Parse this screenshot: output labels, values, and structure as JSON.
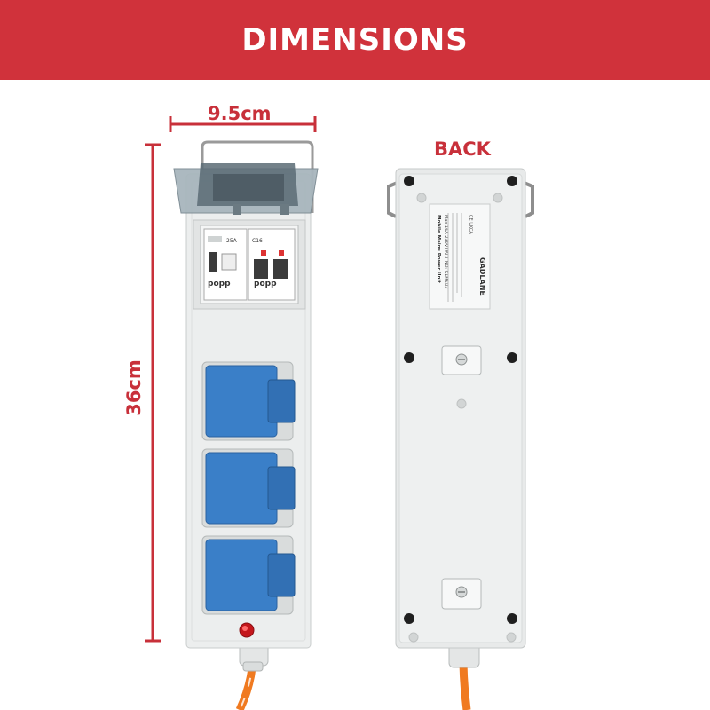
{
  "header": {
    "title": "DIMENSIONS"
  },
  "dimensions": {
    "width": "9.5cm",
    "height": "36cm"
  },
  "back_view": {
    "label": "BACK"
  },
  "front_view": {
    "breaker_brand_left": "popp",
    "breaker_brand_right": "popp",
    "breaker_rating_left": "25A",
    "breaker_rating_right": "C16"
  },
  "back_label": {
    "title": "Mobile Mains Power Unit",
    "spec": "Max 16A 230V PART NO: GLMSU3",
    "brand": "GADLANE",
    "marks": "CE UKCA"
  },
  "colors": {
    "accent": "#d0323b",
    "socket_blue": "#3a7fc8",
    "cable_orange": "#f07a20"
  }
}
